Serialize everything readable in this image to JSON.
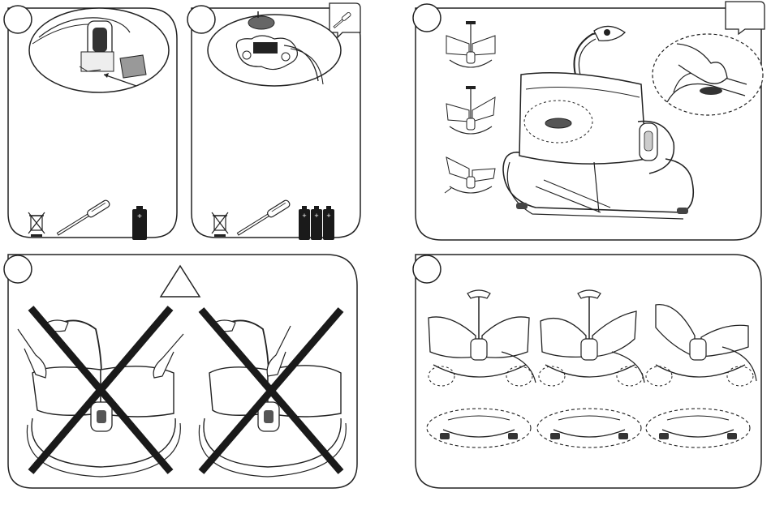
{
  "page": {
    "background": "#ffffff",
    "line_color": "#222222",
    "fill_dark": "#1a1a1a"
  },
  "panels": [
    {
      "id": "step-1",
      "tools": [
        "recycle-bin-crossed-icon",
        "screwdriver-icon",
        "battery-icon"
      ],
      "battery_count": 1
    },
    {
      "id": "step-2",
      "tools": [
        "recycle-bin-crossed-icon",
        "screwdriver-icon",
        "battery-icon"
      ],
      "battery_count": 3,
      "corner_icon": "screwdriver-icon"
    },
    {
      "id": "step-3",
      "sub_figures": [
        "flat",
        "mid",
        "upright"
      ],
      "corner_tab": true
    },
    {
      "id": "warning",
      "warning_icon": "warning-triangle-icon",
      "crossed_figures": 2
    },
    {
      "id": "step-4",
      "positions": [
        "flat",
        "mid",
        "upright"
      ]
    }
  ]
}
